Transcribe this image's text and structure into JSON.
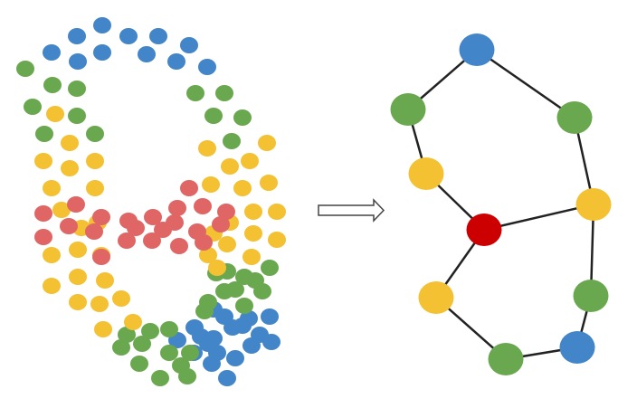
{
  "colors": {
    "blue": "#4285c8",
    "green": "#6aa84f",
    "yellow": "#f3c132",
    "red": "#e06666",
    "center_red": "#cc0000",
    "edge": "#222222",
    "arrow_stroke": "#444444",
    "background": "#ffffff"
  },
  "cloud": {
    "groups": [
      {
        "color": "blue",
        "count": 30
      },
      {
        "color": "green",
        "count": 34
      },
      {
        "color": "yellow",
        "count": 38
      },
      {
        "color": "red",
        "count": 22
      }
    ]
  },
  "arrow": {
    "direction": "right",
    "icon": "hollow-arrow-icon"
  },
  "graph": {
    "nodes": [
      {
        "id": "n1",
        "color": "blue"
      },
      {
        "id": "n2",
        "color": "green"
      },
      {
        "id": "n3",
        "color": "green"
      },
      {
        "id": "n4",
        "color": "yellow"
      },
      {
        "id": "n5",
        "color": "center_red"
      },
      {
        "id": "n6",
        "color": "yellow"
      },
      {
        "id": "n7",
        "color": "yellow"
      },
      {
        "id": "n8",
        "color": "green"
      },
      {
        "id": "n9",
        "color": "green"
      },
      {
        "id": "n10",
        "color": "blue"
      }
    ],
    "edges": [
      [
        "n1",
        "n2"
      ],
      [
        "n1",
        "n3"
      ],
      [
        "n2",
        "n4"
      ],
      [
        "n4",
        "n5"
      ],
      [
        "n3",
        "n6"
      ],
      [
        "n5",
        "n6"
      ],
      [
        "n5",
        "n7"
      ],
      [
        "n6",
        "n8"
      ],
      [
        "n7",
        "n9"
      ],
      [
        "n9",
        "n10"
      ],
      [
        "n10",
        "n8"
      ]
    ]
  }
}
